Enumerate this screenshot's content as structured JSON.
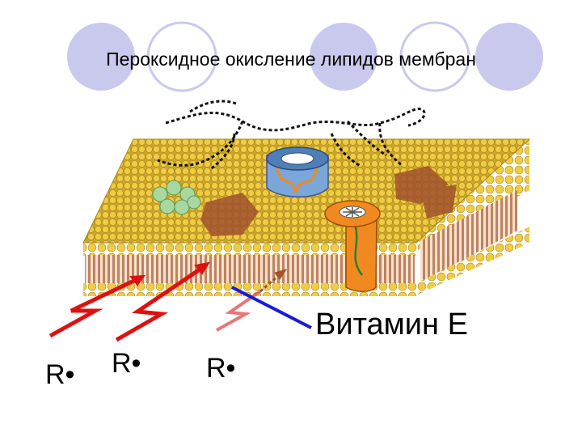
{
  "slide": {
    "title": "Пероксидное окисление липидов мембран",
    "vitamin_label": "Витамин Е",
    "radicals": [
      "R•",
      "R•",
      "R•"
    ]
  },
  "colors": {
    "circles": "#c9c9ee",
    "lipid_head": "#e8c23c",
    "lipid_tail": "#c2825a",
    "arrow_red": "#dd1111",
    "vitamin_line": "#1a1adc",
    "protein_orange": "#f08a20",
    "protein_blue": "#7aa6d8",
    "raft_brown": "#a0522d",
    "cluster_green": "#a8d8a0"
  }
}
